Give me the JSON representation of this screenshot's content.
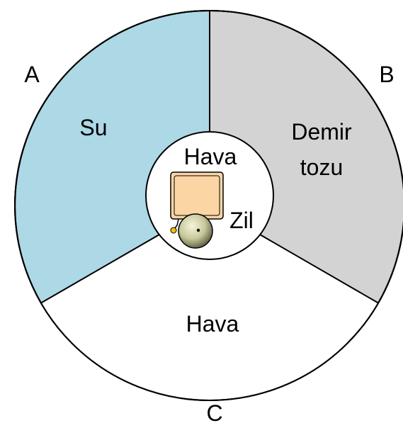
{
  "corner_labels": {
    "a": "A",
    "b": "B",
    "c": "C"
  },
  "regions": {
    "a": {
      "label": "Su",
      "color": "#add8e6"
    },
    "b": {
      "label_line1": "Demir",
      "label_line2": "tozu",
      "color": "#d3d3d3"
    },
    "c": {
      "label": "Hava",
      "color": "#ffffff"
    }
  },
  "center": {
    "medium_label": "Hava",
    "device_label": "Zil",
    "device_icon": "electric-bell-icon",
    "box_color": "#fcd5a4",
    "bell_color": "#c8c89a"
  }
}
